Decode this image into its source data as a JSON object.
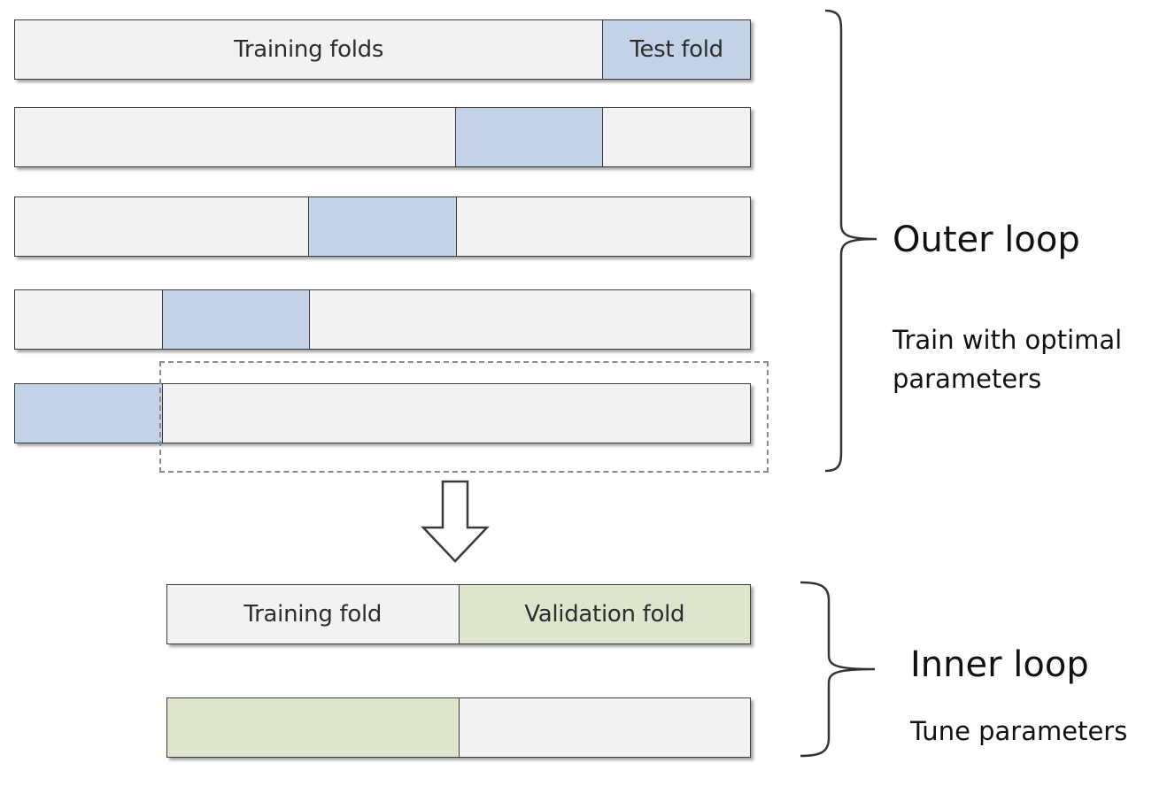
{
  "colors": {
    "training": "#f2f2f2",
    "test": "#c3d2e6",
    "validation": "#dde6cc",
    "border": "#3c3c3c"
  },
  "outer": {
    "rows": [
      {
        "segments": [
          {
            "kind": "training",
            "label": "Training folds",
            "flex": 4
          },
          {
            "kind": "test",
            "label": "Test fold",
            "flex": 1
          }
        ]
      },
      {
        "segments": [
          {
            "kind": "training",
            "label": "",
            "flex": 3
          },
          {
            "kind": "test",
            "label": "",
            "flex": 1
          },
          {
            "kind": "training",
            "label": "",
            "flex": 1
          }
        ]
      },
      {
        "segments": [
          {
            "kind": "training",
            "label": "",
            "flex": 2
          },
          {
            "kind": "test",
            "label": "",
            "flex": 1
          },
          {
            "kind": "training",
            "label": "",
            "flex": 2
          }
        ]
      },
      {
        "segments": [
          {
            "kind": "training",
            "label": "",
            "flex": 1
          },
          {
            "kind": "test",
            "label": "",
            "flex": 1
          },
          {
            "kind": "training",
            "label": "",
            "flex": 3
          }
        ]
      },
      {
        "segments": [
          {
            "kind": "test",
            "label": "",
            "flex": 1
          },
          {
            "kind": "training",
            "label": "",
            "flex": 4
          }
        ]
      }
    ],
    "title": "Outer loop",
    "description": "Train with optimal parameters"
  },
  "inner": {
    "rows": [
      {
        "segments": [
          {
            "kind": "training",
            "label": "Training fold",
            "flex": 1
          },
          {
            "kind": "validation",
            "label": "Validation fold",
            "flex": 1
          }
        ]
      },
      {
        "segments": [
          {
            "kind": "validation",
            "label": "",
            "flex": 1
          },
          {
            "kind": "training",
            "label": "",
            "flex": 1
          }
        ]
      }
    ],
    "title": "Inner loop",
    "description": "Tune parameters"
  }
}
